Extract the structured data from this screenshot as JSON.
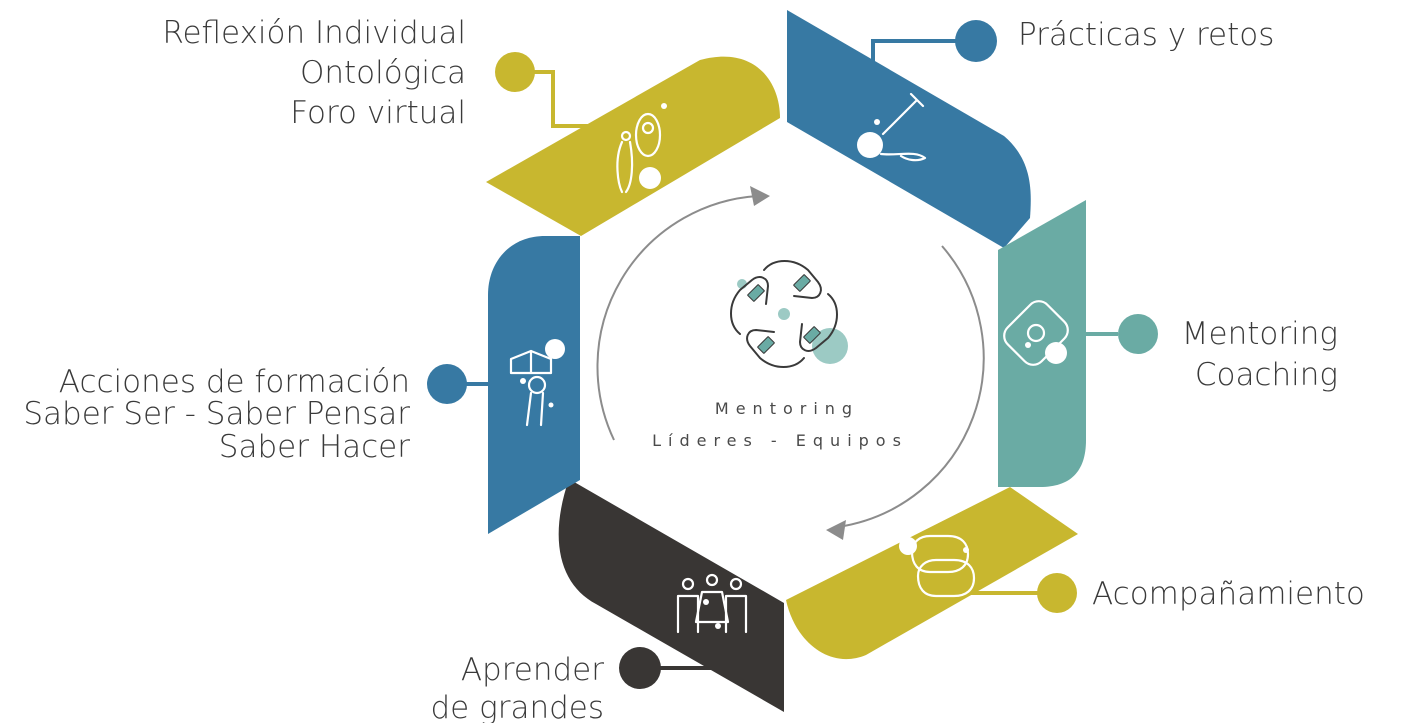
{
  "center": {
    "line1": "Mentoring",
    "line2": "Líderes - Equipos",
    "icon": "hands-circle-icon"
  },
  "colors": {
    "gold": "#c8b72f",
    "blue": "#3779a3",
    "teal": "#6aaba4",
    "dark": "#393634",
    "arrow": "#8c8c8c"
  },
  "segments": [
    {
      "id": "top-left",
      "color": "gold",
      "icon": "reflection-people-icon",
      "lines": [
        "Reflexión Individual",
        "Ontológica",
        "Foro virtual"
      ]
    },
    {
      "id": "top-right",
      "color": "blue",
      "icon": "paintbrush-icon",
      "lines": [
        "Prácticas y retos"
      ]
    },
    {
      "id": "right",
      "color": "teal",
      "icon": "hands-circle-icon",
      "lines": [
        "Mentoring",
        "Coaching"
      ]
    },
    {
      "id": "bottom-right",
      "color": "gold",
      "icon": "linked-rings-icon",
      "lines": [
        "Acompañamiento"
      ]
    },
    {
      "id": "bottom-left",
      "color": "dark",
      "icon": "group-people-icon",
      "lines": [
        "Aprender",
        "de grandes"
      ]
    },
    {
      "id": "left",
      "color": "blue",
      "icon": "book-head-icon",
      "lines": [
        "Acciones de formación",
        "Saber Ser - Saber Pensar",
        "Saber Hacer"
      ]
    }
  ]
}
